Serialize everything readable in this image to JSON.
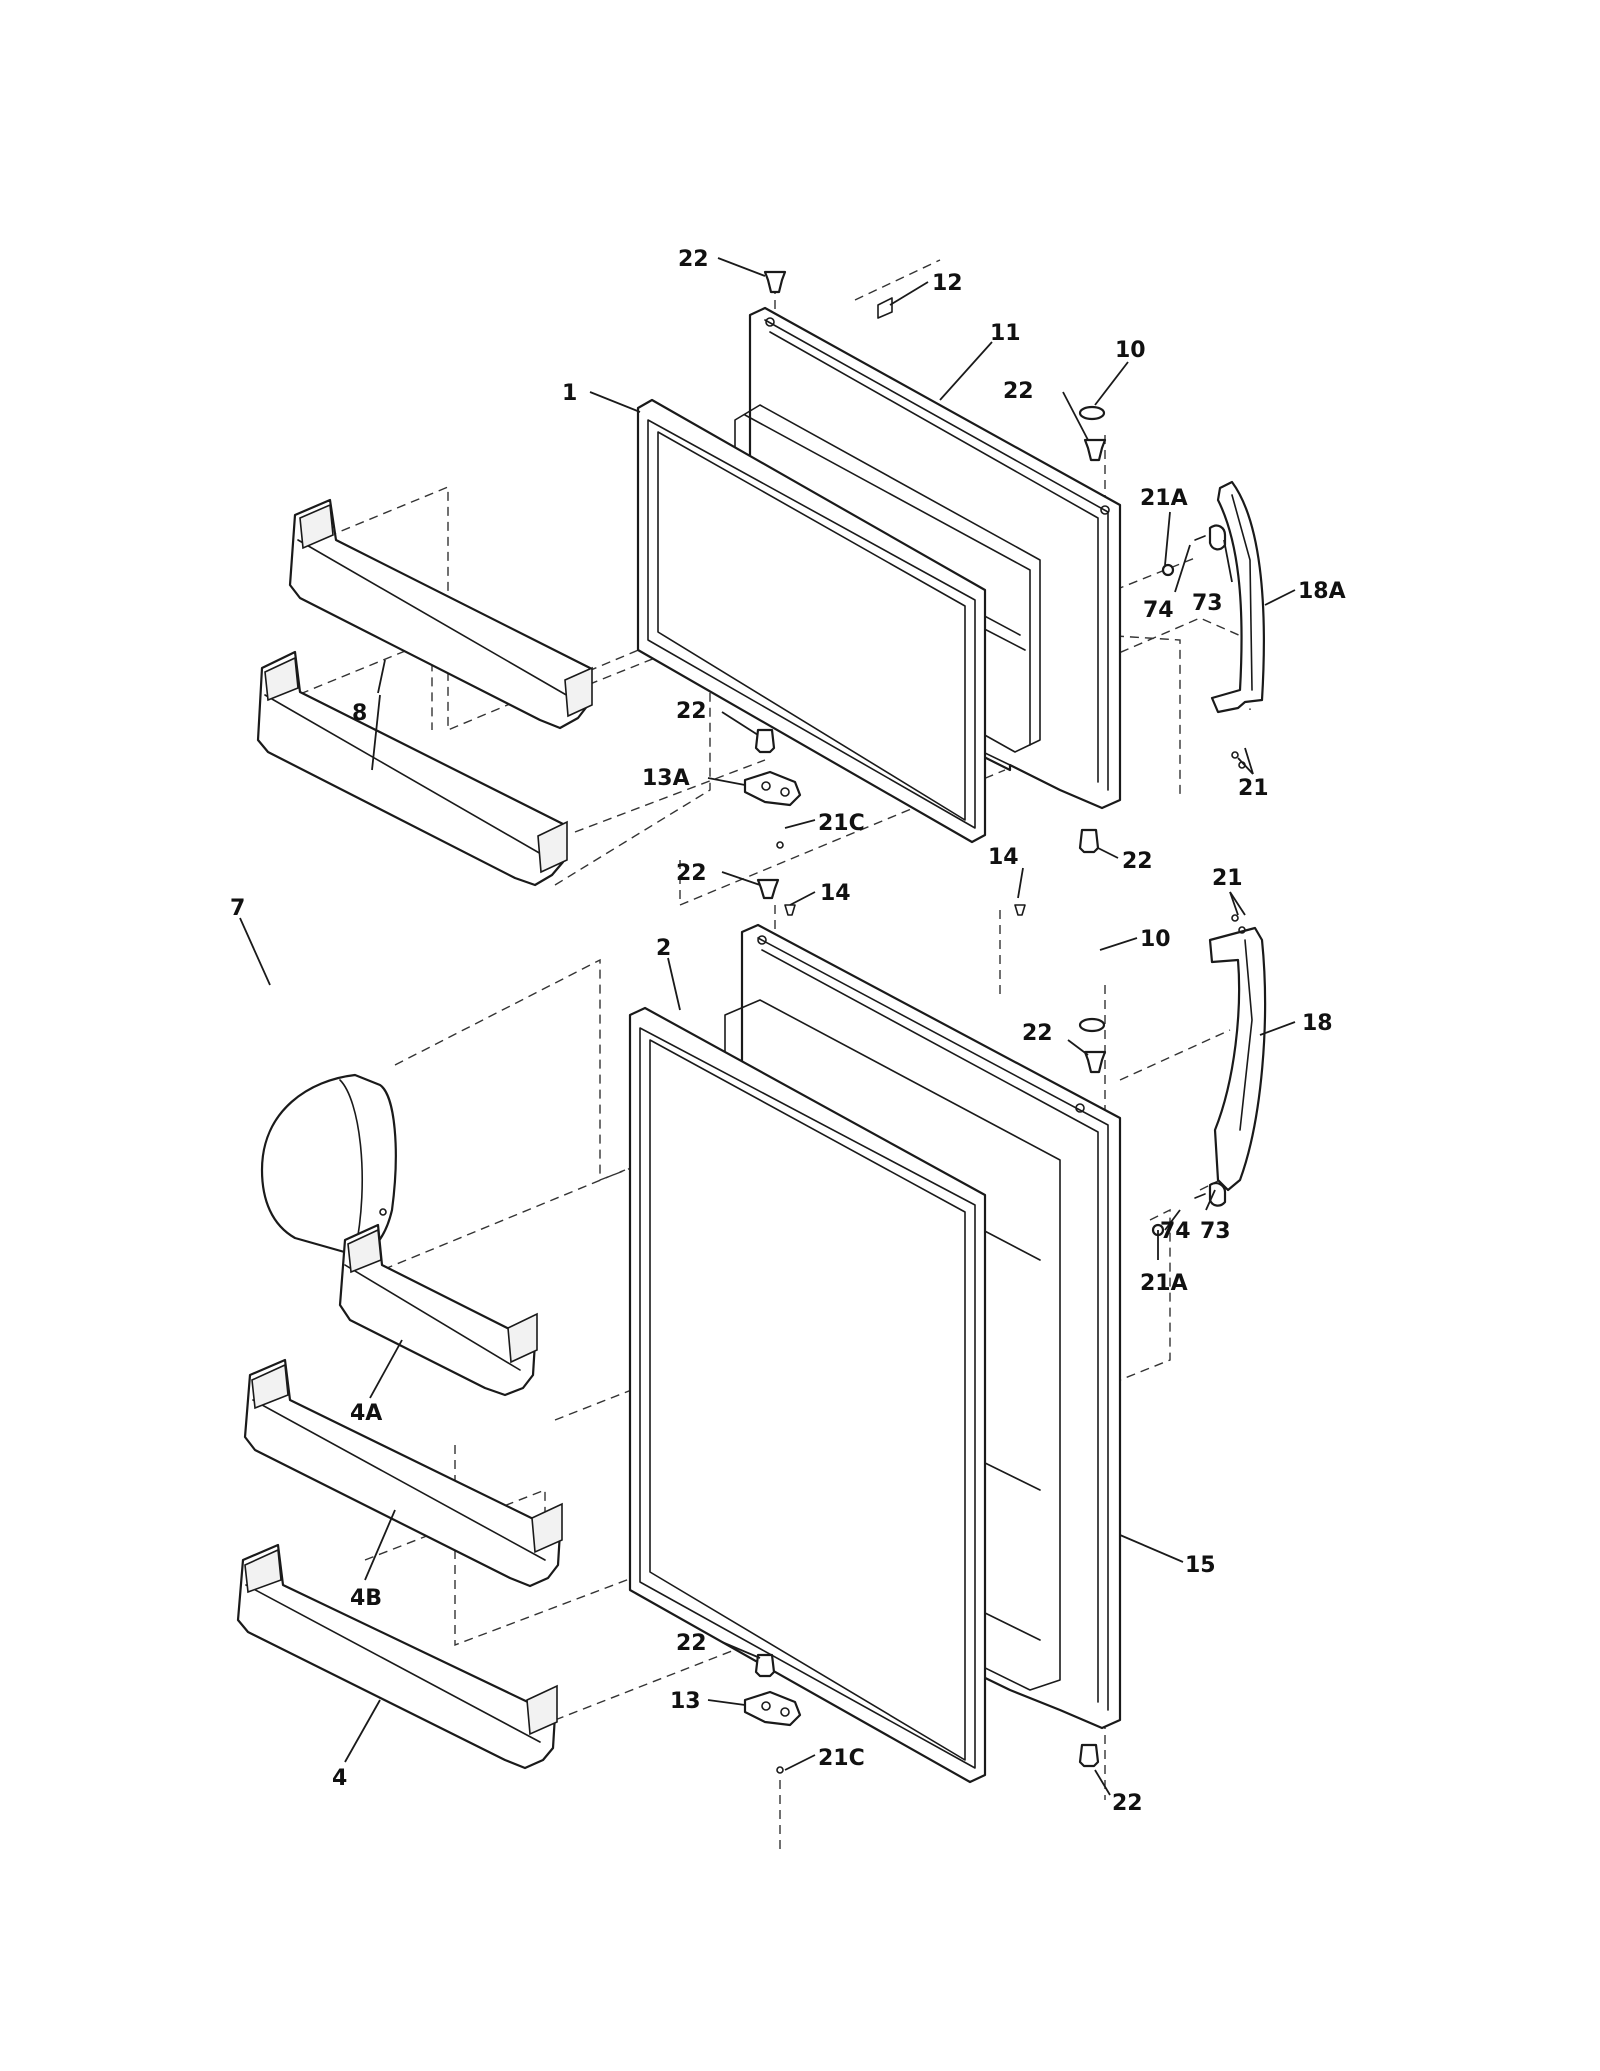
{
  "callouts": {
    "c22_top": "22",
    "c12": "12",
    "c11": "11",
    "c10_top": "10",
    "c22_upper_right": "22",
    "c1": "1",
    "c21A_top": "21A",
    "c74_top": "74",
    "c73_top": "73",
    "c18A": "18A",
    "c8": "8",
    "c22_upper_mid": "22",
    "c13A": "13A",
    "c21C_top": "21C",
    "c21_upper": "21",
    "c22_upper_bottom": "22",
    "c22_lower_top": "22",
    "c14_left": "14",
    "c14_right": "14",
    "c21_lower": "21",
    "c10_lower": "10",
    "c7": "7",
    "c2": "2",
    "c22_lower_right": "22",
    "c18": "18",
    "c74_lower": "74",
    "c73_lower": "73",
    "c21A_lower": "21A",
    "c4A": "4A",
    "c4B": "4B",
    "c15": "15",
    "c22_lower_mid": "22",
    "c13": "13",
    "c21C_lower": "21C",
    "c4": "4",
    "c22_bottom": "22"
  },
  "colors": {
    "line": "#1a1a1a",
    "background": "#ffffff"
  }
}
